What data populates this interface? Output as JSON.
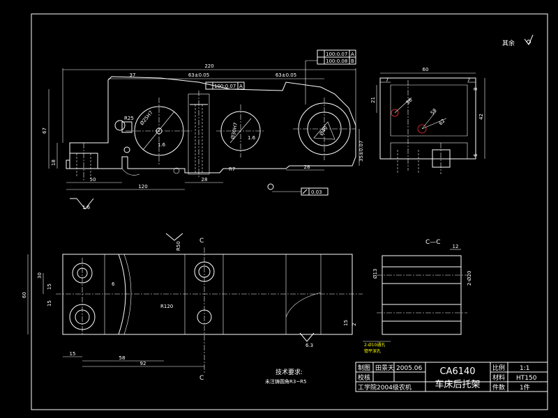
{
  "roughness_note": "其余",
  "views": {
    "front": {
      "dims": {
        "overall_length": "220",
        "d37": "37",
        "d63a": "63±0.05",
        "d63b": "63±0.05",
        "h67": "67",
        "h18": "18",
        "d50": "50",
        "d120": "120",
        "d28a": "28",
        "d28b": "28",
        "h35": "35±0.07",
        "bore1": "Ø25H7",
        "bore2": "Ø30H7",
        "bore3": "Ø40",
        "r_small": "R25",
        "r87": "R7",
        "rough1": "1.6",
        "rough2": "1.6",
        "rough3": "1.6",
        "rough4": "1.6"
      },
      "tolerances": {
        "parallel1": "100:0.07",
        "parallel1_ref": "A",
        "parallel2": "100:0.08",
        "parallel2_ref": "B",
        "parallel3": "100:0.07",
        "parallel3_ref": "A",
        "flatness": "0.03"
      }
    },
    "side": {
      "dims": {
        "width": "60",
        "d7a": "7",
        "d7b": "7",
        "h21": "21",
        "h42": "42",
        "h8": "8",
        "h6": "6",
        "d56": "56",
        "d58": "58",
        "d62": "62"
      }
    },
    "top": {
      "dims": {
        "h60": "60",
        "h30": "30",
        "h15a": "15",
        "h15b": "15",
        "d15": "15",
        "d58": "58",
        "d92": "92",
        "r120": "R120",
        "d6": "6",
        "h2": "2",
        "h15c": "15",
        "r50": "R50",
        "rough": "6.3",
        "section_mark_top": "C",
        "section_mark_bottom": "C"
      }
    },
    "section": {
      "title": "C—C",
      "dims": {
        "w12": "12",
        "d20": "2-Ø20",
        "d13": "Ø13",
        "holes_note": "2-Ø10通孔",
        "holes_note2": "锪平深孔"
      }
    }
  },
  "technical_requirements": {
    "title": "技术要求:",
    "line1": "未注铸圆角R3~R5"
  },
  "title_block": {
    "draw_label": "制图",
    "draw_name": "田景天",
    "date": "2005.06",
    "check_label": "校核",
    "school": "工学院2004级农机",
    "part_code": "CA6140",
    "part_name": "车床后托架",
    "scale_label": "比例",
    "scale_value": "1:1",
    "material_label": "材料",
    "material_value": "HT150",
    "qty_label": "件数",
    "qty_value": "1件"
  }
}
